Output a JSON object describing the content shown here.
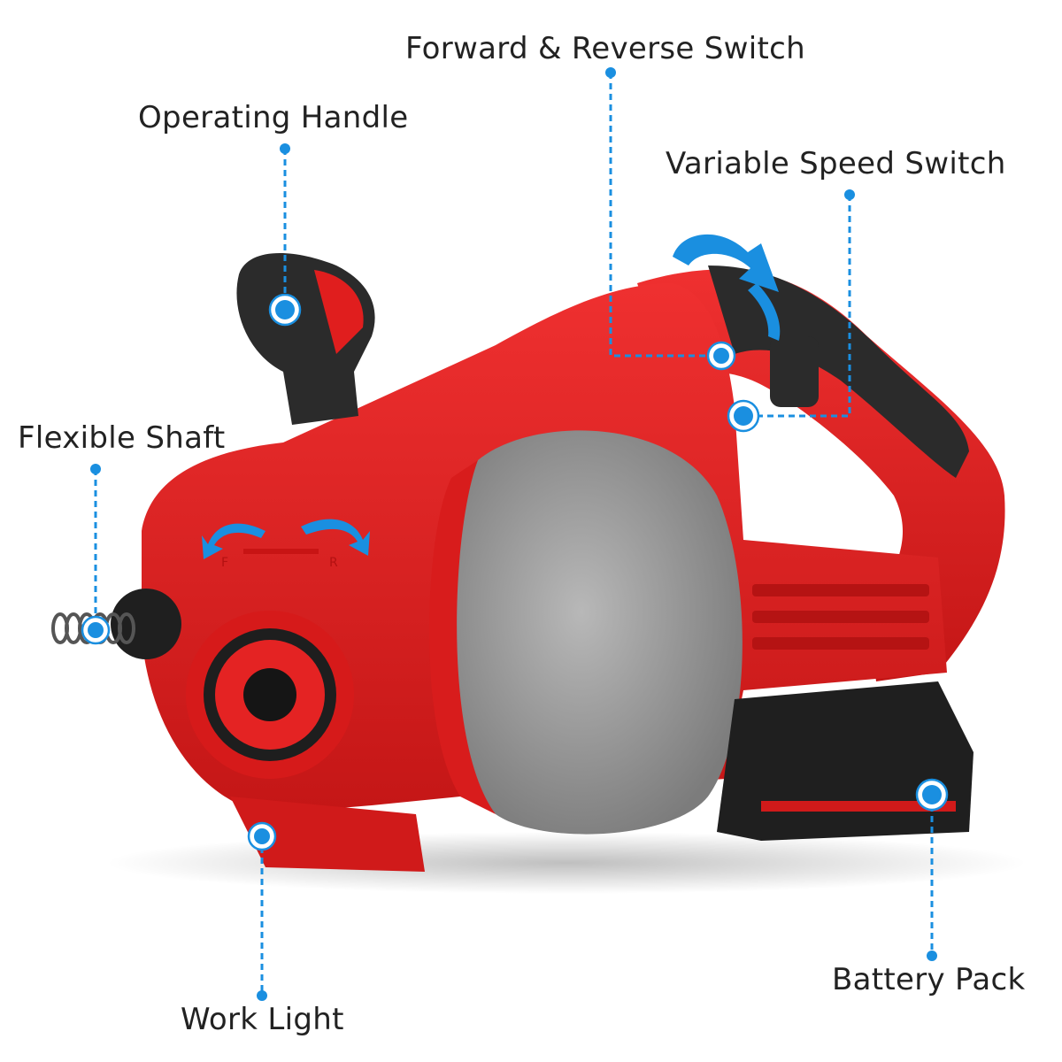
{
  "callouts": {
    "forward_reverse_switch": "Forward & Reverse Switch",
    "operating_handle": "Operating Handle",
    "variable_speed_switch": "Variable Speed Switch",
    "flexible_shaft": "Flexible Shaft",
    "work_light": "Work Light",
    "battery_pack": "Battery Pack"
  },
  "switch_marks": {
    "forward": "F",
    "reverse": "R"
  },
  "colors": {
    "body_red": "#e01e1e",
    "drum_grey": "#9a9a9a",
    "rubber_black": "#2b2b2b",
    "accent_blue": "#1a8fe0",
    "label_text": "#222222"
  }
}
